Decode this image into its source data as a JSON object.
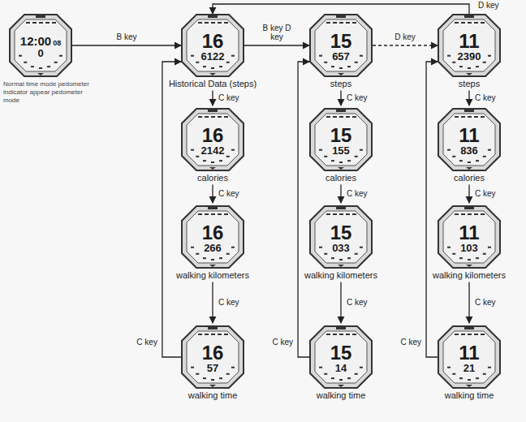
{
  "diagram": {
    "nodes": [
      {
        "text": [
          "12:00",
          "08",
          "0",
          "Normal time mode pedometer indicator appear pedometer mode"
        ]
      },
      {
        "text": [
          "16",
          "6122",
          "Historical Data (steps)"
        ]
      },
      {
        "text": [
          "16",
          "2142",
          "calories"
        ]
      },
      {
        "text": [
          "16",
          "266",
          "walking kilometers"
        ]
      },
      {
        "text": [
          "16",
          "57",
          "walking time"
        ]
      },
      {
        "text": [
          "15",
          "657",
          "steps"
        ]
      },
      {
        "text": [
          "15",
          "155",
          "calories"
        ]
      },
      {
        "text": [
          "15",
          "033",
          "walking kilometers"
        ]
      },
      {
        "text": [
          "15",
          "14",
          "walking time"
        ]
      },
      {
        "text": [
          "11",
          "2390",
          "steps"
        ]
      },
      {
        "text": [
          "11",
          "836",
          "calories"
        ]
      },
      {
        "text": [
          "11",
          "103",
          "walking kilometers"
        ]
      },
      {
        "text": [
          "11",
          "21",
          "walking time"
        ]
      }
    ],
    "edges": [
      {
        "from": 0,
        "to": 1,
        "label": "B key",
        "arrow": "to"
      },
      {
        "from": 1,
        "to": 5,
        "label": "B key D key",
        "arrow": "to"
      },
      {
        "from": 5,
        "to": 9,
        "label": "D key",
        "arrow": "to"
      },
      {
        "from": 9,
        "to": 1,
        "label": "D key",
        "arrow": "to"
      },
      {
        "from": 1,
        "to": 2,
        "label": "C key",
        "arrow": "to"
      },
      {
        "from": 2,
        "to": 3,
        "label": "C key",
        "arrow": "to"
      },
      {
        "from": 3,
        "to": 4,
        "label": "C key",
        "arrow": "to"
      },
      {
        "from": 5,
        "to": 6,
        "label": "C key",
        "arrow": "to"
      },
      {
        "from": 6,
        "to": 7,
        "label": "C key",
        "arrow": "to"
      },
      {
        "from": 7,
        "to": 8,
        "label": "C key",
        "arrow": "to"
      },
      {
        "from": 9,
        "to": 10,
        "label": "C key",
        "arrow": "to"
      },
      {
        "from": 10,
        "to": 11,
        "label": "C key",
        "arrow": "to"
      },
      {
        "from": 11,
        "to": 12,
        "label": "C key",
        "arrow": "to"
      },
      {
        "from": 4,
        "to": 1,
        "label": "C key",
        "arrow": "to"
      },
      {
        "from": 8,
        "to": 5,
        "label": "C key",
        "arrow": "to"
      },
      {
        "from": 12,
        "to": 9,
        "label": "C key",
        "arrow": "to"
      }
    ]
  }
}
